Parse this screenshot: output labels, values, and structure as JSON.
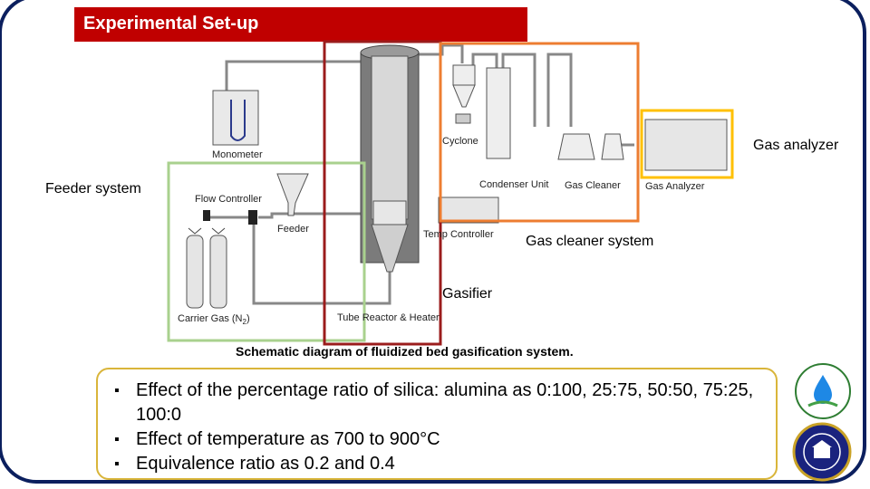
{
  "slide": {
    "title": "Experimental Set-up",
    "caption": "Schematic diagram of fluidized bed gasification system."
  },
  "diagram": {
    "labels": {
      "monometer": "Monometer",
      "feeder_system": "Feeder system",
      "flow_controller": "Flow Controller",
      "feeder": "Feeder",
      "carrier_gas": "Carrier Gas (N",
      "carrier_gas_sub": "2",
      "carrier_gas_end": ")",
      "cyclone": "Cyclone",
      "condenser_unit": "Condenser Unit",
      "gas_cleaner": "Gas Cleaner",
      "gas_analyzer_small": "Gas Analyzer",
      "gas_analyzer": "Gas analyzer",
      "temp_controller": "Temp Controller",
      "gas_cleaner_system": "Gas cleaner system",
      "gasifier": "Gasifier",
      "tube_reactor": "Tube Reactor & Heater"
    },
    "colors": {
      "feeder_box": "#a9d18e",
      "gasifier_box": "#9b1c1c",
      "gas_cleaner_box": "#ed7d31",
      "analyzer_box": "#ffc000",
      "pipe": "#808080",
      "title_bar": "#c00000",
      "frame": "#0b1f5e"
    }
  },
  "bullets": [
    "Effect of the percentage ratio of silica: alumina as 0:100, 25:75, 50:50, 75:25, 100:0",
    "Effect of temperature as 700 to 900°C",
    "Equivalence ratio as 0.2 and 0.4"
  ],
  "logos": {
    "logo1_icon": "conference-logo-icon",
    "logo2_icon": "university-seal-icon"
  }
}
